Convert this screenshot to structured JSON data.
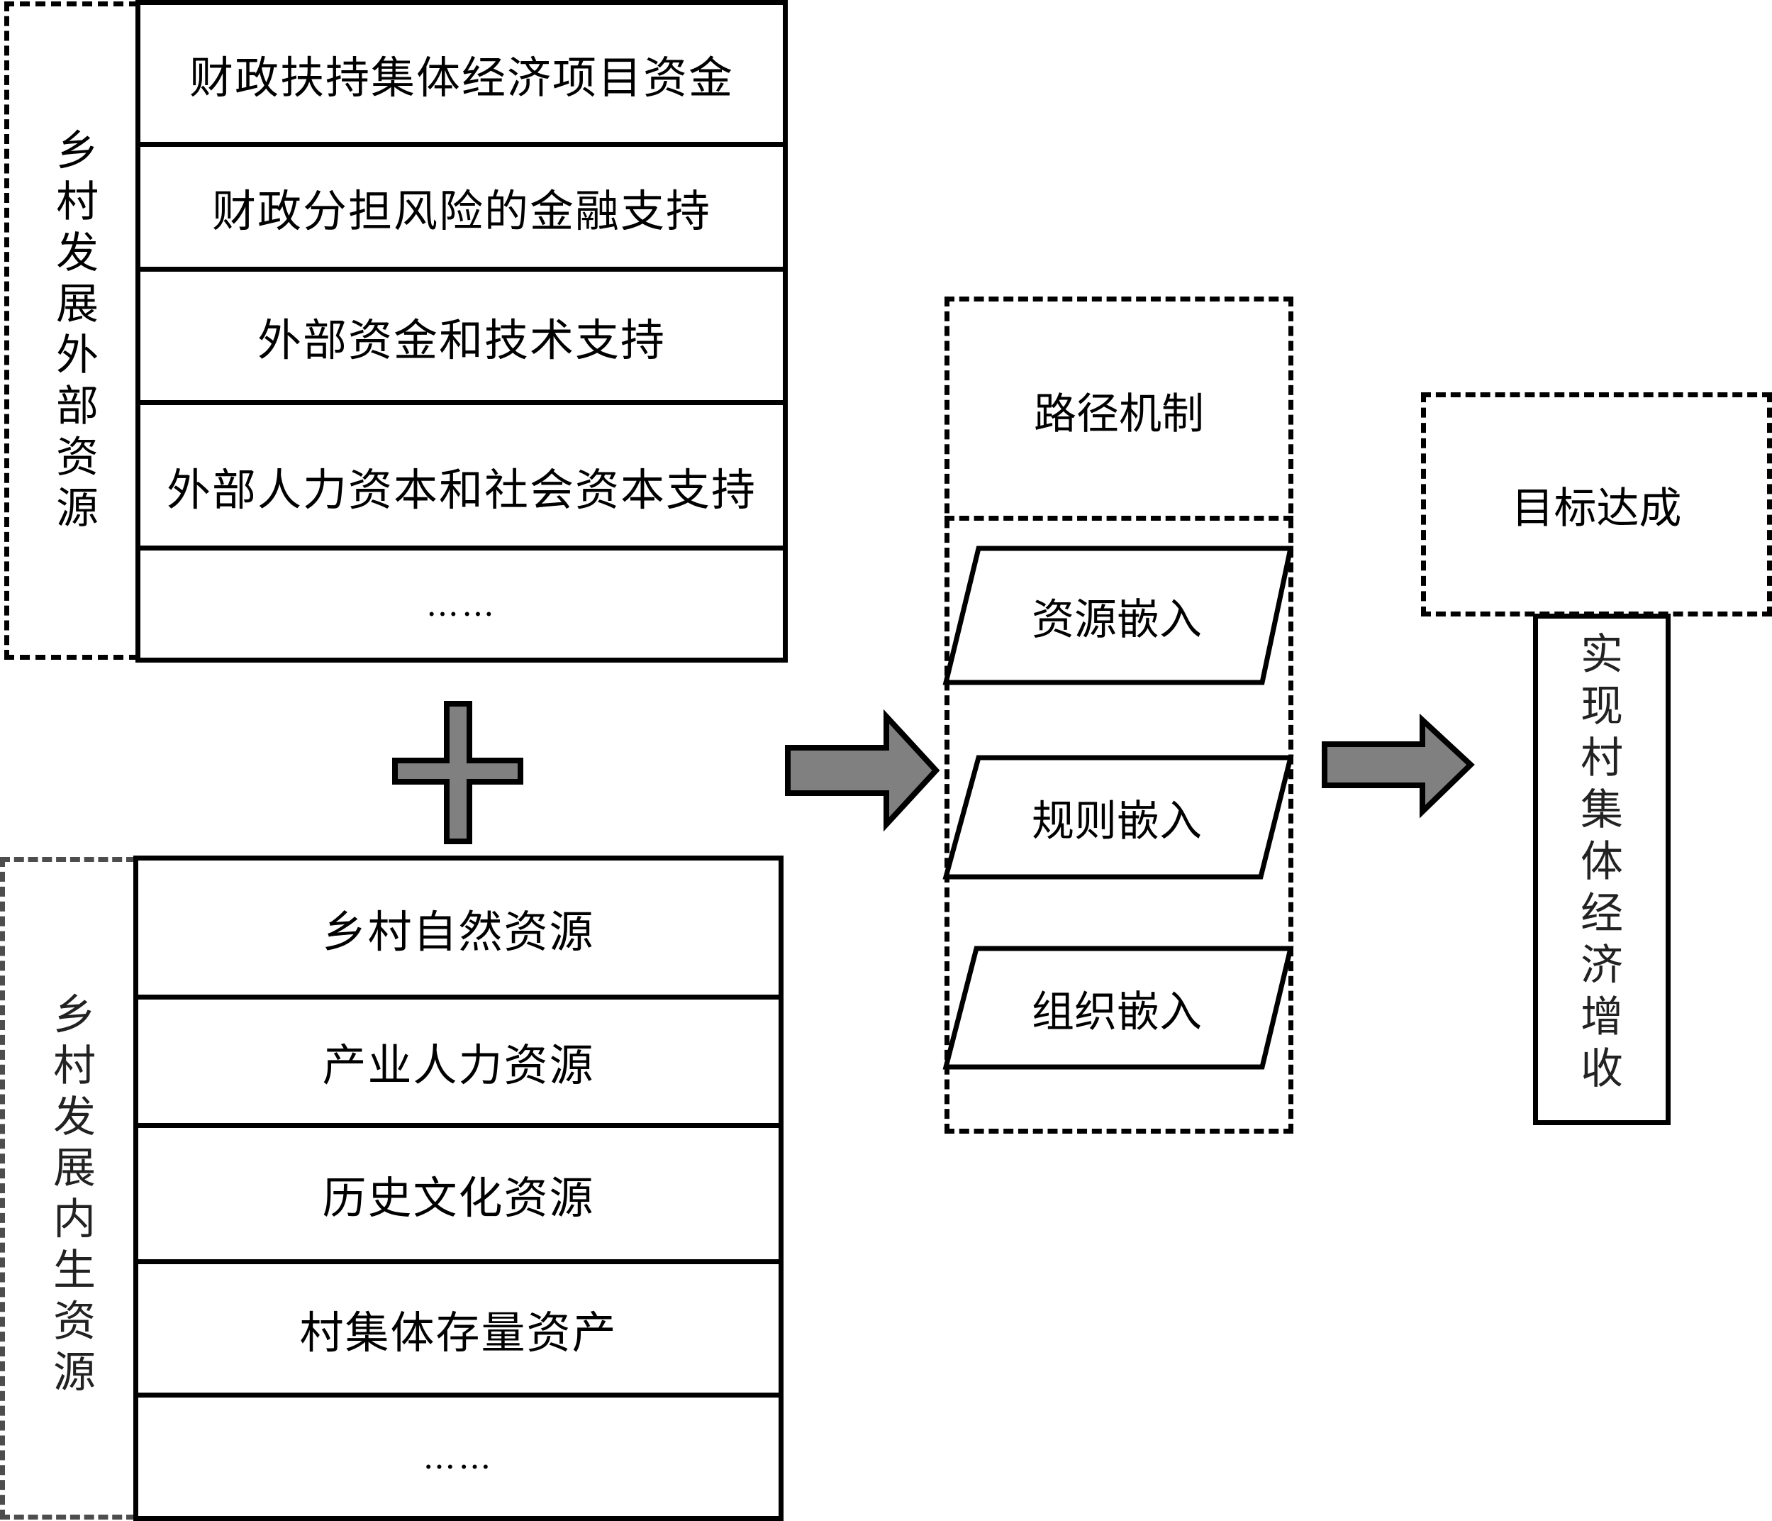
{
  "diagram": {
    "external_group": {
      "label": "乡村发展外部资源",
      "items": [
        "财政扶持集体经济项目资金",
        "财政分担风险的金融支持",
        "外部资金和技术支持",
        "外部人力资本和社会资本支持",
        "……"
      ]
    },
    "internal_group": {
      "label": "乡村发展内生资源",
      "items": [
        "乡村自然资源",
        "产业人力资源",
        "历史文化资源",
        "村集体存量资产",
        "……"
      ]
    },
    "combine_symbol": "plus-icon",
    "mechanism": {
      "title": "路径机制",
      "items": [
        "资源嵌入",
        "规则嵌入",
        "组织嵌入"
      ]
    },
    "goal": {
      "title": "目标达成",
      "result": "实现村集体经济增收"
    },
    "connectors": [
      "arrow-right-icon",
      "arrow-right-icon"
    ],
    "colors": {
      "stroke": "#000000",
      "shape_fill": "#808080",
      "internal_frame": "#4d4d4d",
      "background": "#ffffff"
    }
  }
}
